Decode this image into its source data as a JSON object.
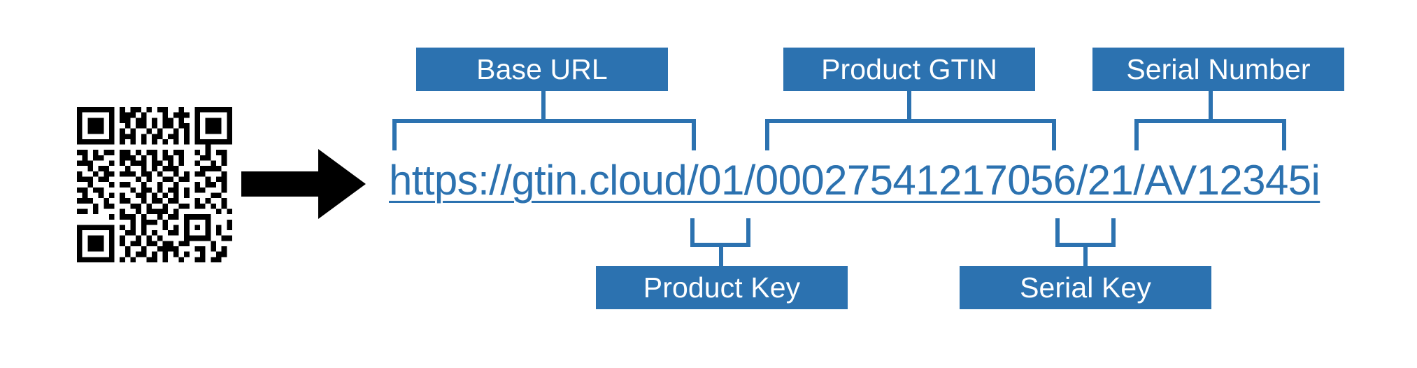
{
  "diagram": {
    "title": "GTIN Cloud Digital Link URL anatomy",
    "accent_color": "#2C72B0",
    "background_color": "#FFFFFF",
    "arrow_color": "#000000"
  },
  "source": {
    "qr_code_name": "qr-code",
    "arrow_name": "flow-arrow-right"
  },
  "url": {
    "full_text": "https://gtin.cloud/01/00027541217056/21/AV12345i",
    "scheme_and_host": "https://gtin.cloud",
    "product_key": "01",
    "gtin": "00027541217056",
    "serial_key": "21",
    "serial_number": "AV12345i",
    "color": "#2C72B0",
    "underlined": true
  },
  "labels_top": [
    {
      "id": "base-url",
      "text": "Base URL"
    },
    {
      "id": "product-gtin",
      "text": "Product GTIN"
    },
    {
      "id": "serial-number",
      "text": "Serial Number"
    }
  ],
  "labels_bottom": [
    {
      "id": "product-key",
      "text": "Product Key"
    },
    {
      "id": "serial-key",
      "text": "Serial Key"
    }
  ]
}
